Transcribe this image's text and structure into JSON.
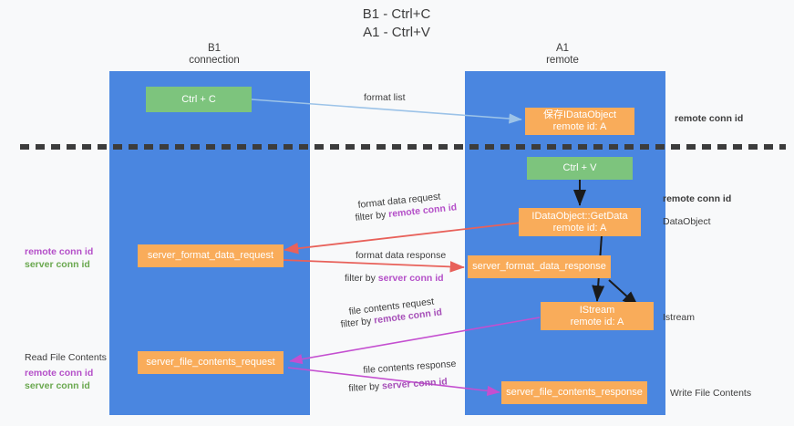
{
  "title": {
    "line1": "B1 - Ctrl+C",
    "line2": "A1 - Ctrl+V"
  },
  "lanes": [
    {
      "id": "b1",
      "name": "B1",
      "sub": "connection"
    },
    {
      "id": "a1",
      "name": "A1",
      "sub": "remote"
    }
  ],
  "boxes": {
    "ctrl_c": "Ctrl + C",
    "ctrl_v": "Ctrl + V",
    "idataobject_save_l1": "保存IDataObject",
    "idataobject_save_l2": "remote id: A",
    "getdata_l1": "IDataObject::GetData",
    "getdata_l2": "remote id: A",
    "istream_l1": "IStream",
    "istream_l2": "remote id: A",
    "server_format_data_request": "server_format_data_request",
    "server_format_data_response": "server_format_data_response",
    "server_file_contents_request": "server_file_contents_request",
    "server_file_contents_response": "server_file_contents_response"
  },
  "edges": {
    "format_list": "format list",
    "format_data_request": "format data request",
    "format_data_request_filter_pre": "filter by ",
    "format_data_request_filter_key": "remote conn id",
    "format_data_response": "format data response",
    "format_data_response_filter_pre": "filter by ",
    "format_data_response_filter_key": "server conn id",
    "file_contents_request": "file contents request",
    "file_contents_request_filter_pre": "filter by ",
    "file_contents_request_filter_key": "remote conn id",
    "file_contents_response": "file contents response",
    "file_contents_response_filter_pre": "filter by ",
    "file_contents_response_filter_key": "server conn id"
  },
  "annotations": {
    "right_remote_conn_id_1": "remote conn id",
    "right_remote_conn_id_2": "remote conn id",
    "right_dataobject": "DataObject",
    "right_istream": "Istream",
    "right_write_file_contents": "Write File Contents",
    "left_remote_conn_id": "remote conn id",
    "left_server_conn_id": "server conn id",
    "left_read_file_contents": "Read File Contents",
    "left_remote_conn_id_2": "remote conn id",
    "left_server_conn_id_2": "server conn id"
  },
  "colors": {
    "lane_blue": "#4a86e0",
    "box_green": "#7dc47d",
    "box_orange": "#f9ac5a",
    "accent_purple": "#b44fc8",
    "accent_green": "#6aa84f",
    "arrow_lightblue": "#9cc3e8",
    "arrow_red": "#e8615a",
    "arrow_magenta": "#c44fd0",
    "arrow_black": "#1a1a1a",
    "divider": "#3c3c3c",
    "background": "#f8f9fa"
  }
}
